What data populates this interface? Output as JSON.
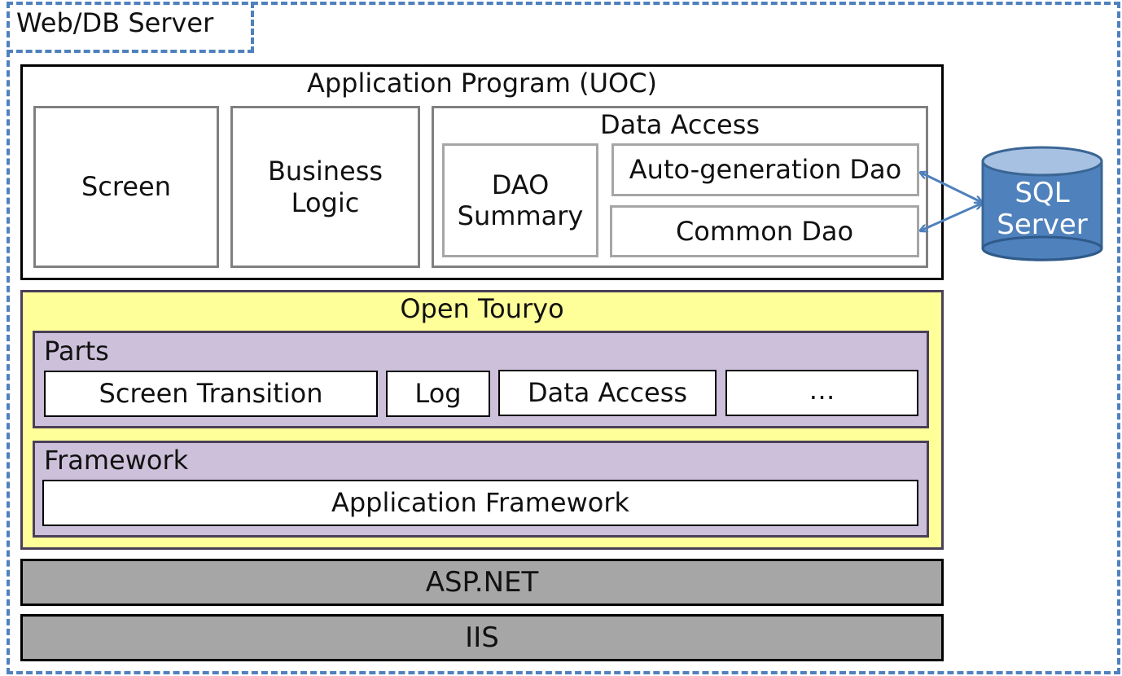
{
  "server": {
    "label": "Web/DB Server"
  },
  "application_program": {
    "title": "Application Program (UOC)",
    "screen": "Screen",
    "business_logic": [
      "Business",
      "Logic"
    ],
    "data_access": {
      "title": "Data Access",
      "dao_summary": [
        "DAO",
        "Summary"
      ],
      "auto_generation_dao": "Auto-generation Dao",
      "common_dao": "Common Dao"
    }
  },
  "database": {
    "label": [
      "SQL",
      "Server"
    ],
    "color": "#4f81bd"
  },
  "open_touryo": {
    "title": "Open Touryo",
    "color": "#ffff99",
    "parts": {
      "label": "Parts",
      "items": [
        "Screen Transition",
        "Log",
        "Data Access",
        "…"
      ]
    },
    "framework": {
      "label": "Framework",
      "item": "Application Framework"
    },
    "group_color": "#ccc0da"
  },
  "platform": {
    "aspnet": "ASP.NET",
    "iis": "IIS",
    "color": "#a6a6a6"
  },
  "border_color": "#4f81bd"
}
